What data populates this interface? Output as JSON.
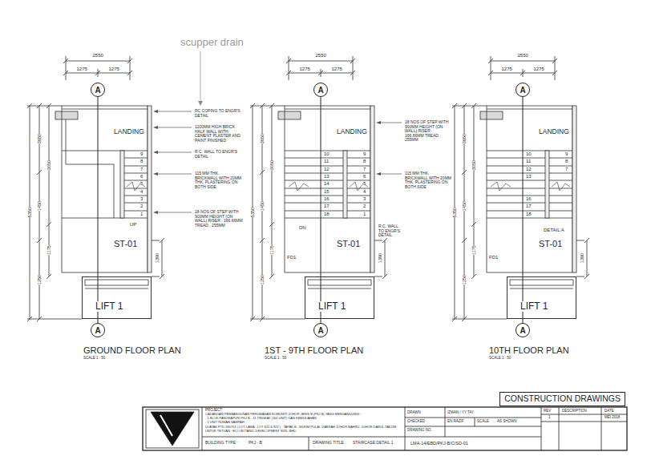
{
  "diagram": {
    "nodes": [
      {
        "text": [
          "A"
        ]
      },
      {
        "text": [
          "LIFT 1"
        ]
      },
      {
        "text": [
          "A"
        ]
      },
      {
        "text": [
          "A"
        ]
      },
      {
        "text": [
          "LIFT 1"
        ]
      },
      {
        "text": [
          "A"
        ]
      },
      {
        "text": [
          "A"
        ]
      },
      {
        "text": [
          "LIFT 1"
        ]
      },
      {
        "text": [
          "A"
        ]
      },
      {
        "text": [
          "CONSTRUCTION DRAWINGS"
        ]
      }
    ],
    "edges": [
      {
        "from": 0,
        "to": 2,
        "arrow": "none"
      },
      {
        "from": 3,
        "to": 5,
        "arrow": "none"
      },
      {
        "from": 6,
        "to": 8,
        "arrow": "none"
      }
    ],
    "labels": [
      "scupper drain",
      "2550",
      "1275",
      "1275",
      "5350",
      "3650",
      "3050",
      "1450",
      "1175",
      "1250",
      "1390",
      "LANDING",
      "9",
      "8",
      "7",
      "6",
      "5",
      "4",
      "3",
      "2",
      "1",
      "UP",
      "ST-01",
      "GROUND FLOOR PLAN",
      "SCALE 1 : 50",
      "2550",
      "1275",
      "1275",
      "5350",
      "3650",
      "3050",
      "1450",
      "1175",
      "1250",
      "1390",
      "LANDING",
      "10",
      "11",
      "12",
      "13",
      "14",
      "15",
      "16",
      "17",
      "18",
      "9",
      "8",
      "7",
      "6",
      "5",
      "4",
      "3",
      "2",
      "1",
      "DN",
      "ST-01",
      "FD1",
      "1ST - 9TH FLOOR PLAN",
      "SCALE 1 : 50",
      "2550",
      "1275",
      "1275",
      "5350",
      "3650",
      "3050",
      "1450",
      "1175",
      "1250",
      "1390",
      "LANDING",
      "10",
      "11",
      "12",
      "13",
      "16",
      "17",
      "18",
      "9",
      "8",
      "7",
      "DETAIL A",
      "ST-01",
      "FD1",
      "10TH FLOOR PLAN",
      "SCALE 1 : 50",
      "RC COPING TO ENGR'S DETAIL",
      "1200MM HIGH BRICK HALF WALL WITH CEMENT PLASTER AND PAINT FINISHED",
      "R.C. WALL TO ENGR'S DETAIL",
      "115 MM THK. BRICKWALL WITH 20MM THK. PLASTERING ON BOTH SIDE",
      "18 NOS OF STEP WITH 900MM HEIGHT (ON WALL) RISER : 166.66MM TREAD : 255MM",
      "18 NOS OF STEP WITH 900MM HEIGHT (ON WALL) RISER : 166.66MM TREAD : 255MM",
      "115 MM THK. BRICKWALL WITH 20MM THK. PLASTERING ON BOTH SIDE",
      "R.C. WALL TO ENGR'S DETAIL",
      "PROJECT",
      "CADANGAN PEMBANGUNAN PERUMAHAN KOMUNITI JOHOR JENIS B (PKJ B) YANG MENGANDUNGI :",
      "- 1 BLOK PANGSAPURI PKJ B - 11 TINGKAT (200 UNIT) DAN KEMUDAHAN",
      "- 1 UNIT RUMAH SAMPAH",
      "DI ATAS PTD 180753 ( LOT LAMA : LOT 821 & 822 ) , TAPAK B , MUKIM PULAI, DAERAH JOHOR BAHRU, JOHOR DARUL TAKZIM",
      "UNTUK TETUAN : ECO BOTANIC DEVELOPMENT SDN. BHD.",
      "BUILDING TYPE :",
      "PKJ - B",
      "DRAWING TITLE :",
      "STAIRCASE DETAIL 1",
      "DRAWN",
      "IZWAN / YY TAY",
      "CHECKED",
      "EN RAZIF",
      "SCALE",
      "AS SHOWN",
      "DRAWING NO.",
      "LMA-14/EBD/PKJ-B/C/SD-01",
      "REV",
      "DESCRIPTION",
      "DATE",
      "1",
      "MEI 2018"
    ]
  }
}
